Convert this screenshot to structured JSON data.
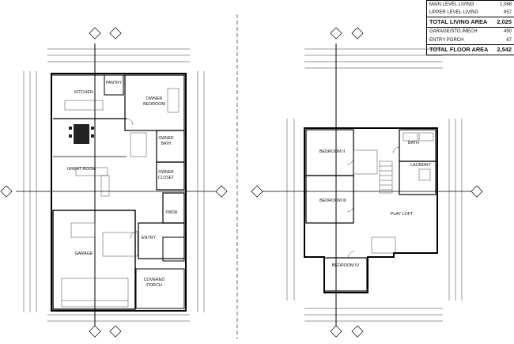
{
  "area_table": {
    "rows": [
      {
        "label": "MAIN LEVEL LIVING",
        "value": "1,068"
      },
      {
        "label": "UPPER LEVEL LIVING",
        "value": "957"
      },
      {
        "label": "TOTAL LIVING AREA",
        "value": "2,025"
      },
      {
        "label": "GARAGE/STO./MECH",
        "value": "450"
      },
      {
        "label": "ENTRY PORCH",
        "value": "67"
      },
      {
        "label": "TOTAL FLOOR AREA",
        "value": "2,542"
      }
    ]
  },
  "main_level": {
    "rooms": {
      "pantry": "PANTRY",
      "kitchen": "KITCHEN",
      "owner_bedroom_1": "OWNER",
      "owner_bedroom_2": "BEDROOM",
      "owner_bath_1": "OWNER",
      "owner_bath_2": "BATH",
      "owner_closet_1": "OWNER",
      "owner_closet_2": "CLOSET",
      "great_room": "GREAT ROOM",
      "powder": "PWDR",
      "garage": "GARAGE",
      "entry": "ENTRY",
      "covered_porch_1": "COVERED",
      "covered_porch_2": "PORCH"
    }
  },
  "upper_level": {
    "rooms": {
      "bedroom_2": "BEDROOM II",
      "bedroom_3": "BEDROOM III",
      "bedroom_4": "BEDROOM IV",
      "bath": "BATH",
      "laundry": "LAUNDRY",
      "play_loft": "PLAY LOFT"
    }
  },
  "colors": {
    "ink": "#000000",
    "paper": "#ffffff",
    "grid": "#555555"
  }
}
